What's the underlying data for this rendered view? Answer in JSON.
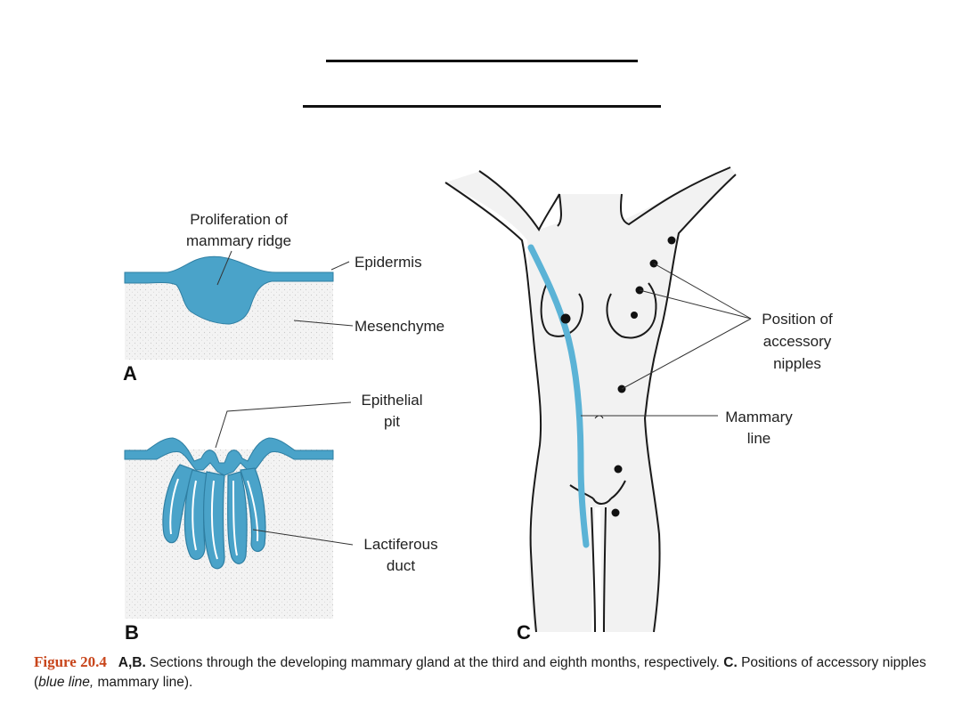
{
  "colors": {
    "epidermis_blue": "#4aa3c9",
    "mammary_line_blue": "#5bb3d6",
    "figure_label": "#c8461c",
    "skin_fill": "#f1f1f1"
  },
  "panel_a": {
    "letter": "A",
    "label_proliferation_1": "Proliferation of",
    "label_proliferation_2": "mammary ridge",
    "label_epidermis": "Epidermis",
    "label_mesenchyme": "Mesenchyme"
  },
  "panel_b": {
    "letter": "B",
    "label_pit_1": "Epithelial",
    "label_pit_2": "pit",
    "label_duct_1": "Lactiferous",
    "label_duct_2": "duct"
  },
  "panel_c": {
    "letter": "C",
    "label_nipples_1": "Position of",
    "label_nipples_2": "accessory",
    "label_nipples_3": "nipples",
    "label_line_1": "Mammary",
    "label_line_2": "line"
  },
  "caption": {
    "figure_label": "Figure 20.4",
    "part1_label": "A,B.",
    "part1_text": " Sections through the developing mammary gland at the third and eighth months, respectively. ",
    "part2_label": "C.",
    "part2_text_a": " Positions of accessory nipples (",
    "part2_italic": "blue line,",
    "part2_text_b": " mammary line)."
  }
}
